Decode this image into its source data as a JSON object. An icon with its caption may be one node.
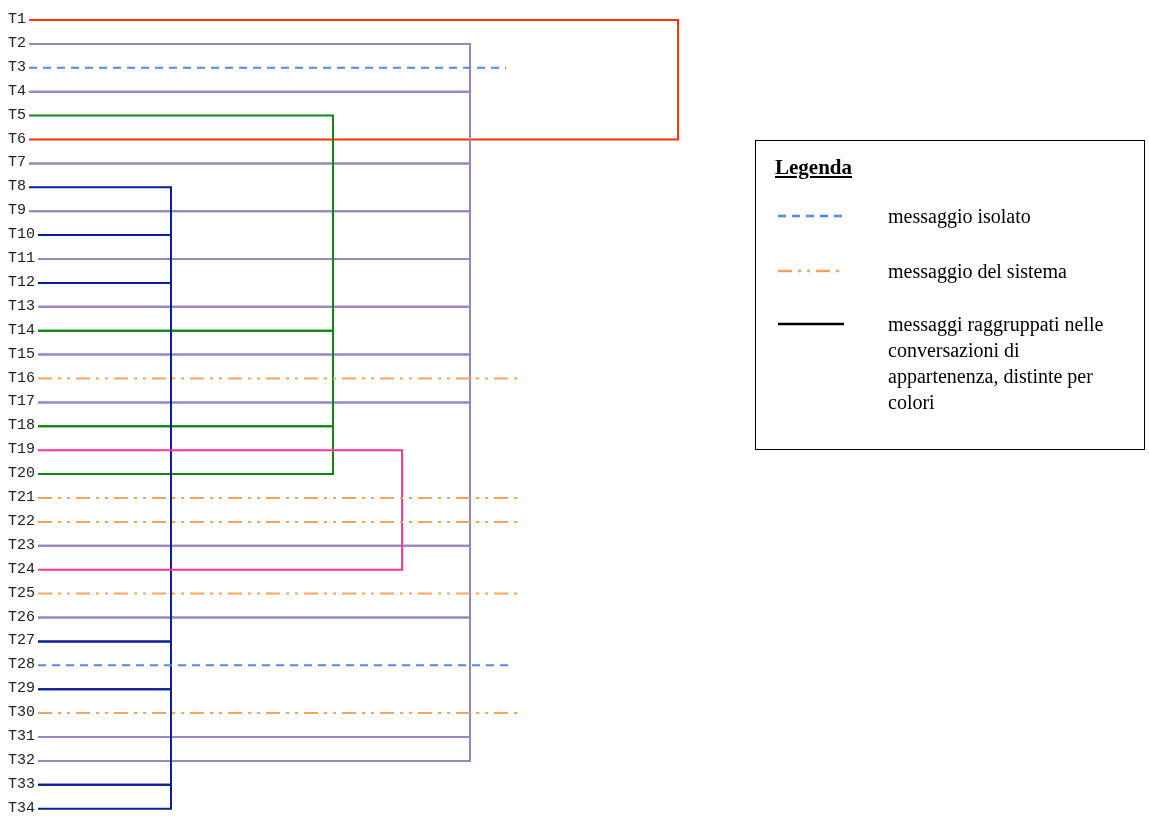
{
  "diagram": {
    "nodes": [
      {
        "text": [
          "T1"
        ]
      },
      {
        "text": [
          "T2"
        ]
      },
      {
        "text": [
          "T3"
        ]
      },
      {
        "text": [
          "T4"
        ]
      },
      {
        "text": [
          "T5"
        ]
      },
      {
        "text": [
          "T6"
        ]
      },
      {
        "text": [
          "T7"
        ]
      },
      {
        "text": [
          "T8"
        ]
      },
      {
        "text": [
          "T9"
        ]
      },
      {
        "text": [
          "T10"
        ]
      },
      {
        "text": [
          "T11"
        ]
      },
      {
        "text": [
          "T12"
        ]
      },
      {
        "text": [
          "T13"
        ]
      },
      {
        "text": [
          "T14"
        ]
      },
      {
        "text": [
          "T15"
        ]
      },
      {
        "text": [
          "T16"
        ]
      },
      {
        "text": [
          "T17"
        ]
      },
      {
        "text": [
          "T18"
        ]
      },
      {
        "text": [
          "T19"
        ]
      },
      {
        "text": [
          "T20"
        ]
      },
      {
        "text": [
          "T21"
        ]
      },
      {
        "text": [
          "T22"
        ]
      },
      {
        "text": [
          "T23"
        ]
      },
      {
        "text": [
          "T24"
        ]
      },
      {
        "text": [
          "T25"
        ]
      },
      {
        "text": [
          "T26"
        ]
      },
      {
        "text": [
          "T27"
        ]
      },
      {
        "text": [
          "T28"
        ]
      },
      {
        "text": [
          "T29"
        ]
      },
      {
        "text": [
          "T30"
        ]
      },
      {
        "text": [
          "T31"
        ]
      },
      {
        "text": [
          "T32"
        ]
      },
      {
        "text": [
          "T33"
        ]
      },
      {
        "text": [
          "T34"
        ]
      }
    ],
    "edges": [
      {
        "from": 0,
        "to": 5,
        "arrow": "none",
        "color": "#ff3300"
      },
      {
        "from": 1,
        "to": 3,
        "arrow": "none"
      },
      {
        "from": 3,
        "to": 6,
        "arrow": "none"
      },
      {
        "from": 6,
        "to": 8,
        "arrow": "none"
      },
      {
        "from": 8,
        "to": 10,
        "arrow": "none"
      },
      {
        "from": 10,
        "to": 12,
        "arrow": "none"
      },
      {
        "from": 12,
        "to": 14,
        "arrow": "none"
      },
      {
        "from": 14,
        "to": 16,
        "arrow": "none"
      },
      {
        "from": 16,
        "to": 22,
        "arrow": "none"
      },
      {
        "from": 22,
        "to": 25,
        "arrow": "none"
      },
      {
        "from": 25,
        "to": 30,
        "arrow": "none"
      },
      {
        "from": 30,
        "to": 31,
        "arrow": "none"
      },
      {
        "from": 4,
        "to": 13,
        "arrow": "none",
        "color": "#118811"
      },
      {
        "from": 13,
        "to": 17,
        "arrow": "none",
        "color": "#118811"
      },
      {
        "from": 17,
        "to": 19,
        "arrow": "none",
        "color": "#118811"
      },
      {
        "from": 7,
        "to": 9,
        "arrow": "none",
        "color": "#0a1f9c"
      },
      {
        "from": 9,
        "to": 11,
        "arrow": "none",
        "color": "#0a1f9c"
      },
      {
        "from": 11,
        "to": 26,
        "arrow": "none",
        "color": "#0a1f9c"
      },
      {
        "from": 26,
        "to": 28,
        "arrow": "none",
        "color": "#0a1f9c"
      },
      {
        "from": 28,
        "to": 32,
        "arrow": "none",
        "color": "#0a1f9c"
      },
      {
        "from": 32,
        "to": 33,
        "arrow": "none",
        "color": "#0a1f9c"
      },
      {
        "from": 18,
        "to": 23,
        "arrow": "none",
        "color": "#ff3399"
      },
      {
        "from": 2,
        "to": null,
        "arrow": "none",
        "style": "dashed",
        "color": "#4d88ff"
      },
      {
        "from": 27,
        "to": null,
        "arrow": "none",
        "style": "dashed",
        "color": "#4d88ff"
      },
      {
        "from": 15,
        "to": null,
        "arrow": "none",
        "style": "dashed",
        "color": "#f7a35c"
      },
      {
        "from": 20,
        "to": null,
        "arrow": "none",
        "style": "dashed",
        "color": "#f7a35c"
      },
      {
        "from": 21,
        "to": null,
        "arrow": "none",
        "style": "dashed",
        "color": "#f7a35c"
      },
      {
        "from": 24,
        "to": null,
        "arrow": "none",
        "style": "dashed",
        "color": "#f7a35c"
      },
      {
        "from": 29,
        "to": null,
        "arrow": "none",
        "style": "dashed",
        "color": "#f7a35c"
      }
    ],
    "labels": [
      "Legenda"
    ],
    "legend": [
      {
        "text": "messaggio isolato"
      },
      {
        "text": "messaggio del sistema"
      },
      {
        "text": "messaggi raggruppati nelle conversazioni di appartenenza, distinte per colori"
      }
    ]
  }
}
